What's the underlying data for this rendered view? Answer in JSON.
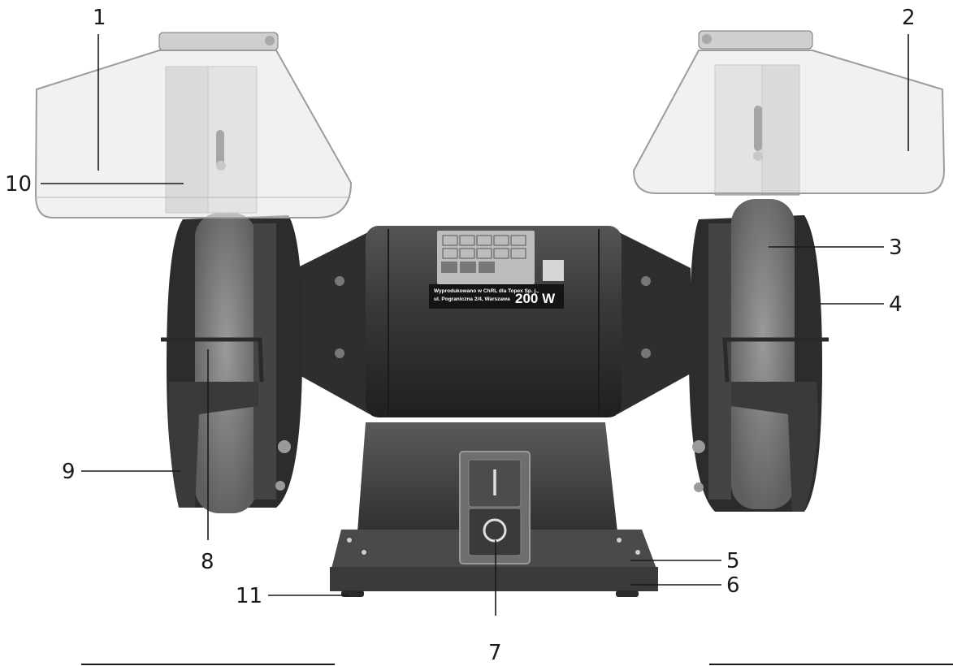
{
  "nameplate": {
    "maker_line_1": "Wyprodukowano w ChRL dla Topex Sp. j.,",
    "maker_line_2": "ul. Pograniczna 2/4, Warszawa",
    "power": "200 W"
  },
  "callouts": [
    {
      "id": "1",
      "text": "1"
    },
    {
      "id": "2",
      "text": "2"
    },
    {
      "id": "3",
      "text": "3"
    },
    {
      "id": "4",
      "text": "4"
    },
    {
      "id": "5",
      "text": "5"
    },
    {
      "id": "6",
      "text": "6"
    },
    {
      "id": "7",
      "text": "7"
    },
    {
      "id": "8",
      "text": "8"
    },
    {
      "id": "9",
      "text": "9"
    },
    {
      "id": "10",
      "text": "10"
    },
    {
      "id": "11",
      "text": "11"
    }
  ],
  "colors": {
    "body": "#3b3b3b",
    "body_dark": "#242424",
    "wheel": "#7d7d7d",
    "metal": "#c9c9c9",
    "glass": "#e9e9e9"
  }
}
